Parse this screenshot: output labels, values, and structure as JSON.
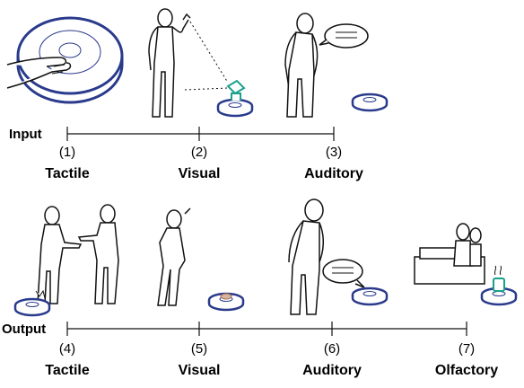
{
  "input": {
    "label": "Input",
    "items": [
      {
        "number": "(1)",
        "name": "Tactile"
      },
      {
        "number": "(2)",
        "name": "Visual"
      },
      {
        "number": "(3)",
        "name": "Auditory"
      }
    ]
  },
  "output": {
    "label": "Output",
    "items": [
      {
        "number": "(4)",
        "name": "Tactile"
      },
      {
        "number": "(5)",
        "name": "Visual"
      },
      {
        "number": "(6)",
        "name": "Auditory"
      },
      {
        "number": "(7)",
        "name": "Olfactory"
      }
    ]
  },
  "colors": {
    "robot": "#2a3a8c",
    "teal": "#1aa08c",
    "ink": "#111111"
  }
}
